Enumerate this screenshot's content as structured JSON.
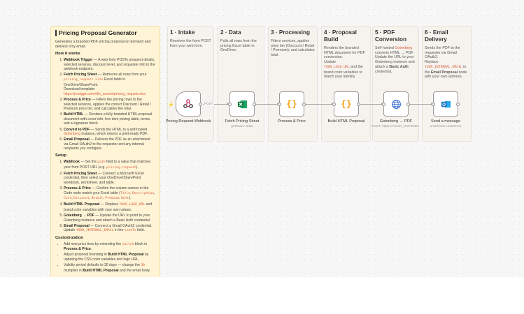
{
  "main_note": {
    "title": "Pricing Proposal Generator",
    "description": "Generates a branded PDF pricing proposal on demand and delivers it by email.",
    "how_heading": "How it works",
    "how_items": [
      {
        "name": "Webhook Trigger",
        "text": " — A web form POSTs prospect details, selected services, discount level, and requester info to the webhook endpoint."
      },
      {
        "name": "Fetch Pricing Sheet",
        "text": " — Retrieves all rows from your ",
        "code": "pricing_request.xlsx",
        "text2": " Excel table in OneDrive/SharePoint.",
        "text3": "Download template:",
        "link": "https://postgpt.com/n8n_assets/pricing_request.xlsx"
      },
      {
        "name": "Process & Price",
        "text": " — Filters the pricing rows to the selected services, applies the correct Discount / Retail / Premium price tier, and calculates the total."
      },
      {
        "name": "Build HTML",
        "text": " — Renders a fully branded HTML proposal document with cover info, line-item pricing table, terms, and a signature block."
      },
      {
        "name": "Convert to PDF",
        "text": " — Sends the HTML to a self-hosted ",
        "link": "Gotenberg",
        "text2": " instance, which returns a print-ready PDF."
      },
      {
        "name": "Email Proposal",
        "text": " — Delivers the PDF as an attachment via Gmail OAuth2 to the requester and any internal recipients you configure."
      }
    ],
    "setup_heading": "Setup",
    "setup_items": [
      {
        "name": "Webhook",
        "text": " — Set the ",
        "code": "path",
        "text2": " field to a value that matches your form POST URL (e.g. ",
        "code2": "pricing-request",
        "text3": ")."
      },
      {
        "name": "Fetch Pricing Sheet",
        "text": " — Connect a Microsoft Excel credential, then select your OneDrive/SharePoint workbook, worksheet, and table."
      },
      {
        "name": "Process & Price",
        "text": " — Confirm the column names in the Code node match your Excel table (",
        "codes": [
          "Title",
          "Description",
          "Cost",
          "Discount",
          "Retail",
          "Premium",
          "Unit"
        ],
        "text2": ")."
      },
      {
        "name": "Build HTML Proposal",
        "text": " — Replace ",
        "code": "YOUR_LOGO_URL",
        "text2": " and brand color variables with your own values."
      },
      {
        "name": "Gotenberg → PDF",
        "text": " — Update the URL to point to your Gotenberg instance and attach a Basic Auth credential."
      },
      {
        "name": "Email Proposal",
        "text": " — Connect a Gmail OAuth2 credential. Update ",
        "code": "YOUR_INTERNAL_EMAIL",
        "text2": " in the ",
        "code2": "sendTo",
        "text3": " field."
      }
    ],
    "custom_heading": "Customization",
    "custom_items": [
      {
        "text": "Add new price tiers by extending the ",
        "code": "switch",
        "text2": " block in ",
        "bold": "Process & Price",
        "text3": "."
      },
      {
        "text": "Adjust proposal branding in ",
        "bold": "Build HTML Proposal",
        "text2": " by updating the CSS color variables and logo URL."
      },
      {
        "text": "Validity period defaults to 30 days — change the ",
        "code": "30",
        "text2": " multiplier in ",
        "bold": "Build HTML Proposal",
        "text3": " and the email body"
      }
    ]
  },
  "notes": [
    {
      "title": "1 · Intake",
      "text": "Receives the form POST from your web form."
    },
    {
      "title": "2 · Data",
      "text": "Pulls all rows from the pricing Excel table in OneDrive."
    },
    {
      "title": "3 · Processing",
      "text": "Filters services, applies price tier (Discount / Retail / Premium), and calculates total."
    },
    {
      "title": "4 · Proposal Build",
      "text": "Renders the branded HTML document for PDF conversion.",
      "text2": "Update",
      "code": "YOUR_LOGO_URL",
      "text3": " and the brand color variables to match your identity."
    },
    {
      "title": "5 · PDF Conversion",
      "text": "Self-hosted ",
      "link": "Gotenberg",
      "text2": " converts HTML → PDF.",
      "text3": "Update the URL to your Gotenberg instance and attach a ",
      "bold": "Basic Auth",
      "text4": " credential."
    },
    {
      "title": "6 · Email Delivery",
      "text": "Sends the PDF to the requester via Gmail OAuth2.",
      "text2": "Replace",
      "code": "YOUR_INTERNAL_EMAIL",
      "text3": " in the ",
      "bold": "Email Proposal",
      "text4": " node with your own address."
    }
  ],
  "nodes": [
    {
      "label": "Pricing Request Webhook",
      "sub": "",
      "icon": "webhook-icon",
      "color": "#c93d6e"
    },
    {
      "label": "Fetch Pricing Sheet",
      "sub": "getRows: table",
      "icon": "excel-icon",
      "color": "#1f7a45"
    },
    {
      "label": "Process & Price",
      "sub": "",
      "icon": "code-icon",
      "color": "#f5a623"
    },
    {
      "label": "Build HTML Proposal",
      "sub": "",
      "icon": "code-icon",
      "color": "#f5a623"
    },
    {
      "label": "Gotenberg → PDF",
      "sub": "POST: https://YOUR_GOTENB...",
      "icon": "globe-icon",
      "color": "#3b6fd4"
    },
    {
      "label": "Send a message",
      "sub": "undefined: undefined",
      "icon": "outlook-icon",
      "color": "#0f6cbd"
    }
  ],
  "connections": [
    {
      "label": "POST"
    }
  ]
}
